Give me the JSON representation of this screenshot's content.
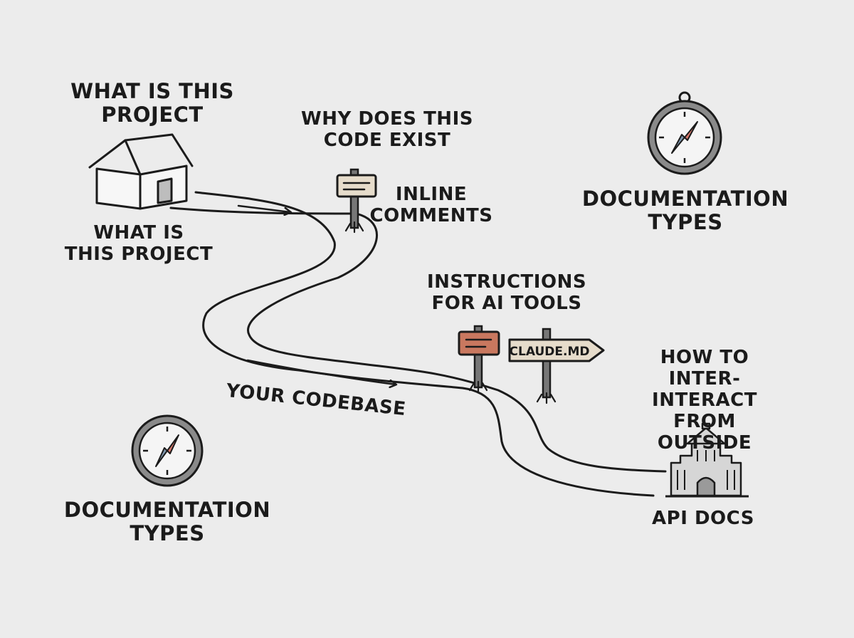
{
  "labels": {
    "house_top": "WHAT IS THIS\nPROJECT",
    "house_bottom": "WHAT IS\nTHIS PROJECT",
    "why_code": "WHY DOES THIS\nCODE EXIST",
    "inline_comments": "INLINE\nCOMMENTS",
    "doc_types_right": "DOCUMENTATION\nTYPES",
    "doc_types_left": "DOCUMENTATION\nTYPES",
    "instructions_ai": "INSTRUCTIONS\nFOR AI TOOLS",
    "claude_sign": "CLAUDE.MD",
    "how_to_interact": "HOW TO\nINTER-INTERACT\nFROM OUTSIDE",
    "your_codebase": "YOUR CODEBASE",
    "api_docs": "API DOCS"
  },
  "icons": [
    "house-icon",
    "signpost-icon",
    "compass-icon",
    "castle-icon",
    "arrow-icon"
  ],
  "colors": {
    "background": "#ececec",
    "ink": "#1b1b1b",
    "sign_beige": "#e6dccb",
    "sign_terracotta": "#c9785f",
    "compass_rim": "#8a8a8a",
    "compass_red": "#d9786c",
    "compass_blue": "#7f97ae",
    "building_gray": "#d6d6d6"
  }
}
